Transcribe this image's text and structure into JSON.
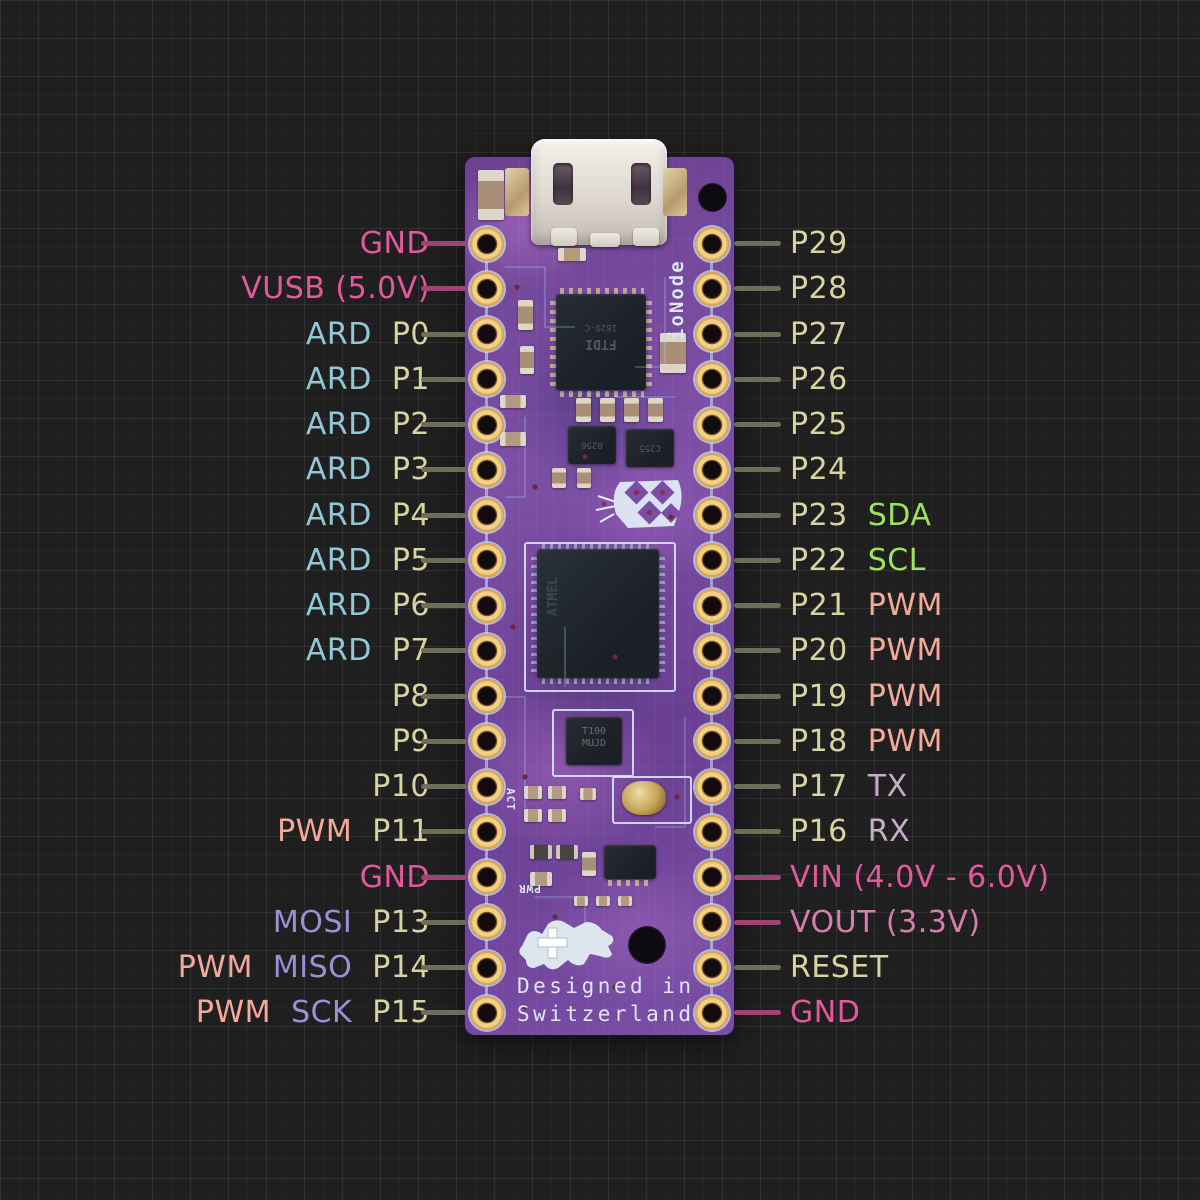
{
  "title": "ioNode microcontroller pinout diagram",
  "board": {
    "name_silk": "ioNode",
    "designed_line1": "Designed in",
    "designed_line2": "Switzerland",
    "silk_act": "ACT",
    "silk_pwr": "PWR",
    "chip_ftdi_line1": "FTDI",
    "chip_ftdi_line2": "1829-C",
    "chip_main": "ATMEL",
    "chip_small_line1": "T100",
    "chip_small_line2": "MUJD",
    "chip_reg1": "0256",
    "chip_reg2": "C255"
  },
  "colors": {
    "pin": "#d8d4a2",
    "power": "#e2599c",
    "power_soft": "#d97cae",
    "pwm": "#f4a99a",
    "spi": "#9b90d4",
    "i2c": "#9fe35c",
    "uart": "#c6aec8",
    "ard": "#92c7d7",
    "line_signal": "#6f6d57",
    "line_power": "#9c4574",
    "board_purple": "#7b4ea6",
    "silk_white": "#dbe7f3",
    "pad_gold": "#f0cb7c"
  },
  "left_pins": [
    {
      "segments": [
        {
          "t": "GND",
          "c": "power"
        }
      ],
      "line": "power"
    },
    {
      "segments": [
        {
          "t": "VUSB (5.0V)",
          "c": "power"
        }
      ],
      "line": "power"
    },
    {
      "segments": [
        {
          "t": "ARD",
          "c": "ard"
        },
        {
          "t": "P0",
          "c": "pin"
        }
      ],
      "line": "signal"
    },
    {
      "segments": [
        {
          "t": "ARD",
          "c": "ard"
        },
        {
          "t": "P1",
          "c": "pin"
        }
      ],
      "line": "signal"
    },
    {
      "segments": [
        {
          "t": "ARD",
          "c": "ard"
        },
        {
          "t": "P2",
          "c": "pin"
        }
      ],
      "line": "signal"
    },
    {
      "segments": [
        {
          "t": "ARD",
          "c": "ard"
        },
        {
          "t": "P3",
          "c": "pin"
        }
      ],
      "line": "signal"
    },
    {
      "segments": [
        {
          "t": "ARD",
          "c": "ard"
        },
        {
          "t": "P4",
          "c": "pin"
        }
      ],
      "line": "signal"
    },
    {
      "segments": [
        {
          "t": "ARD",
          "c": "ard"
        },
        {
          "t": "P5",
          "c": "pin"
        }
      ],
      "line": "signal"
    },
    {
      "segments": [
        {
          "t": "ARD",
          "c": "ard"
        },
        {
          "t": "P6",
          "c": "pin"
        }
      ],
      "line": "signal"
    },
    {
      "segments": [
        {
          "t": "ARD",
          "c": "ard"
        },
        {
          "t": "P7",
          "c": "pin"
        }
      ],
      "line": "signal"
    },
    {
      "segments": [
        {
          "t": "P8",
          "c": "pin"
        }
      ],
      "line": "signal"
    },
    {
      "segments": [
        {
          "t": "P9",
          "c": "pin"
        }
      ],
      "line": "signal"
    },
    {
      "segments": [
        {
          "t": "P10",
          "c": "pin"
        }
      ],
      "line": "signal"
    },
    {
      "segments": [
        {
          "t": "PWM",
          "c": "pwm"
        },
        {
          "t": "P11",
          "c": "pin"
        }
      ],
      "line": "signal"
    },
    {
      "segments": [
        {
          "t": "GND",
          "c": "power"
        }
      ],
      "line": "power"
    },
    {
      "segments": [
        {
          "t": "MOSI",
          "c": "spi"
        },
        {
          "t": "P13",
          "c": "pin"
        }
      ],
      "line": "signal"
    },
    {
      "segments": [
        {
          "t": "PWM",
          "c": "pwm"
        },
        {
          "t": "MISO",
          "c": "spi"
        },
        {
          "t": "P14",
          "c": "pin"
        }
      ],
      "line": "signal"
    },
    {
      "segments": [
        {
          "t": "PWM",
          "c": "pwm"
        },
        {
          "t": "SCK",
          "c": "spi"
        },
        {
          "t": "P15",
          "c": "pin"
        }
      ],
      "line": "signal"
    }
  ],
  "right_pins": [
    {
      "segments": [
        {
          "t": "P29",
          "c": "pin"
        }
      ],
      "line": "signal"
    },
    {
      "segments": [
        {
          "t": "P28",
          "c": "pin"
        }
      ],
      "line": "signal"
    },
    {
      "segments": [
        {
          "t": "P27",
          "c": "pin"
        }
      ],
      "line": "signal"
    },
    {
      "segments": [
        {
          "t": "P26",
          "c": "pin"
        }
      ],
      "line": "signal"
    },
    {
      "segments": [
        {
          "t": "P25",
          "c": "pin"
        }
      ],
      "line": "signal"
    },
    {
      "segments": [
        {
          "t": "P24",
          "c": "pin"
        }
      ],
      "line": "signal"
    },
    {
      "segments": [
        {
          "t": "P23",
          "c": "pin"
        },
        {
          "t": "SDA",
          "c": "i2c"
        }
      ],
      "line": "signal"
    },
    {
      "segments": [
        {
          "t": "P22",
          "c": "pin"
        },
        {
          "t": "SCL",
          "c": "i2c"
        }
      ],
      "line": "signal"
    },
    {
      "segments": [
        {
          "t": "P21",
          "c": "pin"
        },
        {
          "t": "PWM",
          "c": "pwm"
        }
      ],
      "line": "signal"
    },
    {
      "segments": [
        {
          "t": "P20",
          "c": "pin"
        },
        {
          "t": "PWM",
          "c": "pwm"
        }
      ],
      "line": "signal"
    },
    {
      "segments": [
        {
          "t": "P19",
          "c": "pin"
        },
        {
          "t": "PWM",
          "c": "pwm"
        }
      ],
      "line": "signal"
    },
    {
      "segments": [
        {
          "t": "P18",
          "c": "pin"
        },
        {
          "t": "PWM",
          "c": "pwm"
        }
      ],
      "line": "signal"
    },
    {
      "segments": [
        {
          "t": "P17",
          "c": "pin"
        },
        {
          "t": "TX",
          "c": "uart"
        }
      ],
      "line": "signal"
    },
    {
      "segments": [
        {
          "t": "P16",
          "c": "pin"
        },
        {
          "t": "RX",
          "c": "uart"
        }
      ],
      "line": "signal"
    },
    {
      "segments": [
        {
          "t": "VIN (4.0V - 6.0V)",
          "c": "power"
        }
      ],
      "line": "power"
    },
    {
      "segments": [
        {
          "t": "VOUT (3.3V)",
          "c": "power_soft"
        }
      ],
      "line": "power"
    },
    {
      "segments": [
        {
          "t": "RESET",
          "c": "pin"
        }
      ],
      "line": "signal"
    },
    {
      "segments": [
        {
          "t": "GND",
          "c": "power"
        }
      ],
      "line": "power"
    }
  ]
}
